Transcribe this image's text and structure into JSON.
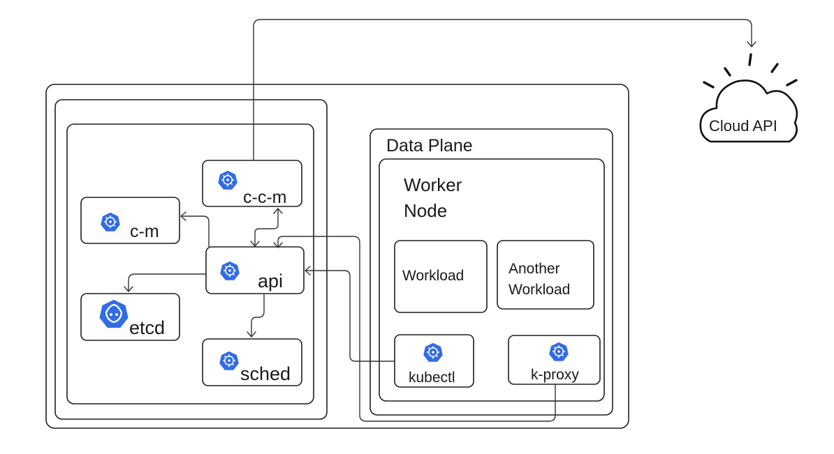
{
  "diagram": {
    "data_plane": {
      "title": "Data Plane"
    },
    "worker_node": {
      "title_line1": "Worker",
      "title_line2": "Node"
    },
    "components": {
      "ccm": {
        "label": "c-c-m",
        "icon": "kubernetes-icon"
      },
      "cm": {
        "label": "c-m",
        "icon": "kubernetes-icon"
      },
      "api": {
        "label": "api",
        "icon": "kubernetes-icon"
      },
      "etcd": {
        "label": "etcd",
        "icon": "etcd-icon"
      },
      "sched": {
        "label": "sched",
        "icon": "kubernetes-icon"
      },
      "kubectl": {
        "label": "kubectl",
        "icon": "kubernetes-icon"
      },
      "kproxy": {
        "label": "k-proxy",
        "icon": "kubernetes-icon"
      }
    },
    "workloads": {
      "workload": {
        "label": "Workload"
      },
      "another_line1": "Another",
      "another_line2": "Workload"
    },
    "cloud": {
      "label": "Cloud API",
      "icon": "cloud-icon"
    },
    "colors": {
      "k8s_blue": "#326ce5",
      "stroke": "#1f1f1f",
      "background": "#ffffff"
    }
  }
}
